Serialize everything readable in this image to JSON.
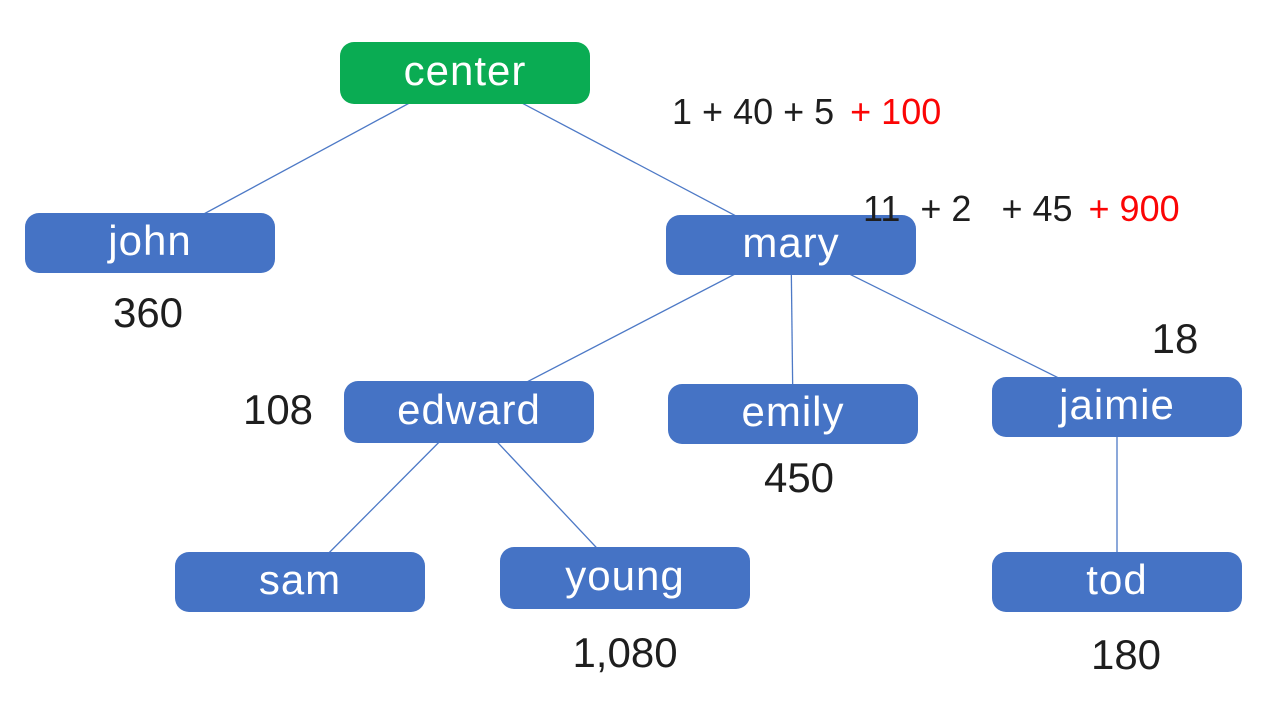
{
  "colors": {
    "root_node_fill": "#0aac53",
    "child_node_fill": "#4573c5",
    "connector_stroke": "#4d79c6",
    "node_text": "#ffffff",
    "number_text": "#1e1e1e",
    "highlight_text": "#fb0505"
  },
  "nodes": {
    "center": {
      "label": "center"
    },
    "john": {
      "label": "john",
      "value": "360"
    },
    "mary": {
      "label": "mary"
    },
    "edward": {
      "label": "edward",
      "value": "108"
    },
    "emily": {
      "label": "emily",
      "value": "450"
    },
    "jaimie": {
      "label": "jaimie",
      "value": "18"
    },
    "sam": {
      "label": "sam"
    },
    "young": {
      "label": "young",
      "value": "1,080"
    },
    "tod": {
      "label": "tod",
      "value": "180"
    }
  },
  "edges": [
    [
      "center",
      "john"
    ],
    [
      "center",
      "mary"
    ],
    [
      "mary",
      "edward"
    ],
    [
      "mary",
      "emily"
    ],
    [
      "mary",
      "jaimie"
    ],
    [
      "edward",
      "sam"
    ],
    [
      "edward",
      "young"
    ],
    [
      "jaimie",
      "tod"
    ]
  ],
  "expressions": {
    "center": {
      "terms": "1 + 40 + 5",
      "highlight": "+ 100"
    },
    "mary": {
      "terms": "11  + 2   + 45",
      "highlight": "+ 900"
    }
  }
}
